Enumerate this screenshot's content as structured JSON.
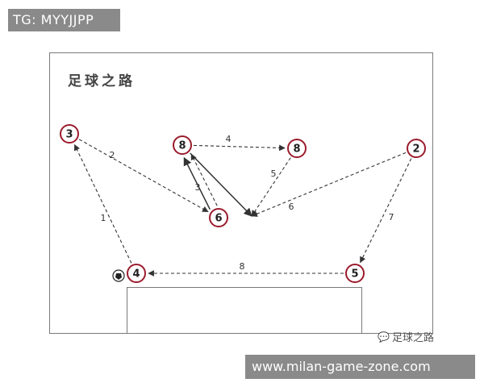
{
  "banner": {
    "text": "TG: MYYJJPP"
  },
  "title": "足球之路",
  "watermark": {
    "icon": "wechat-icon",
    "text": "足球之路"
  },
  "url_banner": {
    "text": "www.milan-game-zone.com"
  },
  "players": [
    {
      "id": "p3",
      "label": "3"
    },
    {
      "id": "p8a",
      "label": "8"
    },
    {
      "id": "p8b",
      "label": "8"
    },
    {
      "id": "p2",
      "label": "2"
    },
    {
      "id": "p6",
      "label": "6"
    },
    {
      "id": "p4",
      "label": "4"
    },
    {
      "id": "p5",
      "label": "5"
    }
  ],
  "passes": [
    {
      "n": "1",
      "from": "p4",
      "to": "p3",
      "style": "dashed"
    },
    {
      "n": "2",
      "from": "p3",
      "to": "p6",
      "style": "dashed"
    },
    {
      "n": "3",
      "from": "p6",
      "to": "p8a",
      "style": "dashed"
    },
    {
      "n": "",
      "from": "p6",
      "to": "p8a",
      "style": "solid"
    },
    {
      "n": "4",
      "from": "p8a",
      "to": "p8b",
      "style": "dashed"
    },
    {
      "n": "5",
      "from": "p8b",
      "to": "space",
      "style": "dashed"
    },
    {
      "n": "",
      "from": "p8a",
      "to": "space",
      "style": "solid"
    },
    {
      "n": "6",
      "from": "p2",
      "to": "space",
      "style": "dashed"
    },
    {
      "n": "7",
      "from": "p2",
      "to": "p5",
      "style": "dashed"
    },
    {
      "n": "8",
      "from": "p5",
      "to": "p4",
      "style": "dashed"
    }
  ],
  "colors": {
    "circle_stroke": "#9b1b2c",
    "line": "#333333"
  }
}
